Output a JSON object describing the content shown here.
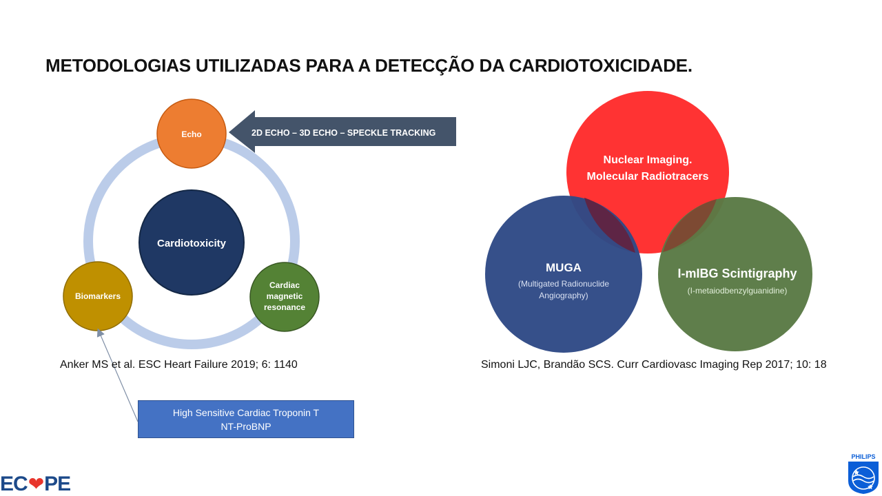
{
  "title": "METODOLOGIAS UTILIZADAS PARA A DETECÇÃO DA CARDIOTOXICIDADE.",
  "left_diagram": {
    "center": "Cardiotoxicity",
    "nodes": {
      "echo": "Echo",
      "biomarkers": "Biomarkers",
      "cmr": [
        "Cardiac",
        "magnetic",
        "resonance"
      ]
    },
    "arrow_label": "2D ECHO –  3D ECHO – SPECKLE TRACKING",
    "troponin_box": {
      "line1": "High Sensitive Cardiac Troponin T",
      "line2": "NT-ProBNP"
    },
    "reference": "Anker MS et al. ESC Heart Failure 2019; 6: 1140"
  },
  "right_diagram": {
    "nuclear": [
      "Nuclear Imaging.",
      "Molecular Radiotracers"
    ],
    "muga": {
      "title": "MUGA",
      "subtitle": [
        "(Multigated Radionuclide",
        "Angiography)"
      ]
    },
    "mibg": {
      "title": "I-mIBG Scintigraphy",
      "subtitle": "(I-metaiodbenzylguanidine)"
    },
    "reference": "Simoni LJC, Brandão SCS. Curr Cardiovasc Imaging Rep 2017; 10: 18"
  },
  "logos": {
    "ecope": "ECOPE",
    "philips": "PHILIPS"
  },
  "colors": {
    "ring": "#b4c7e7",
    "center": "#1f3864",
    "echo": "#ed7d31",
    "biomarkers": "#bf9000",
    "cmr": "#548235",
    "arrow": "#44546a",
    "nuclear": "#ff3333",
    "muga": "#2f4a86",
    "mibg": "#5a7a45",
    "troponin_box": "#4472c4"
  }
}
